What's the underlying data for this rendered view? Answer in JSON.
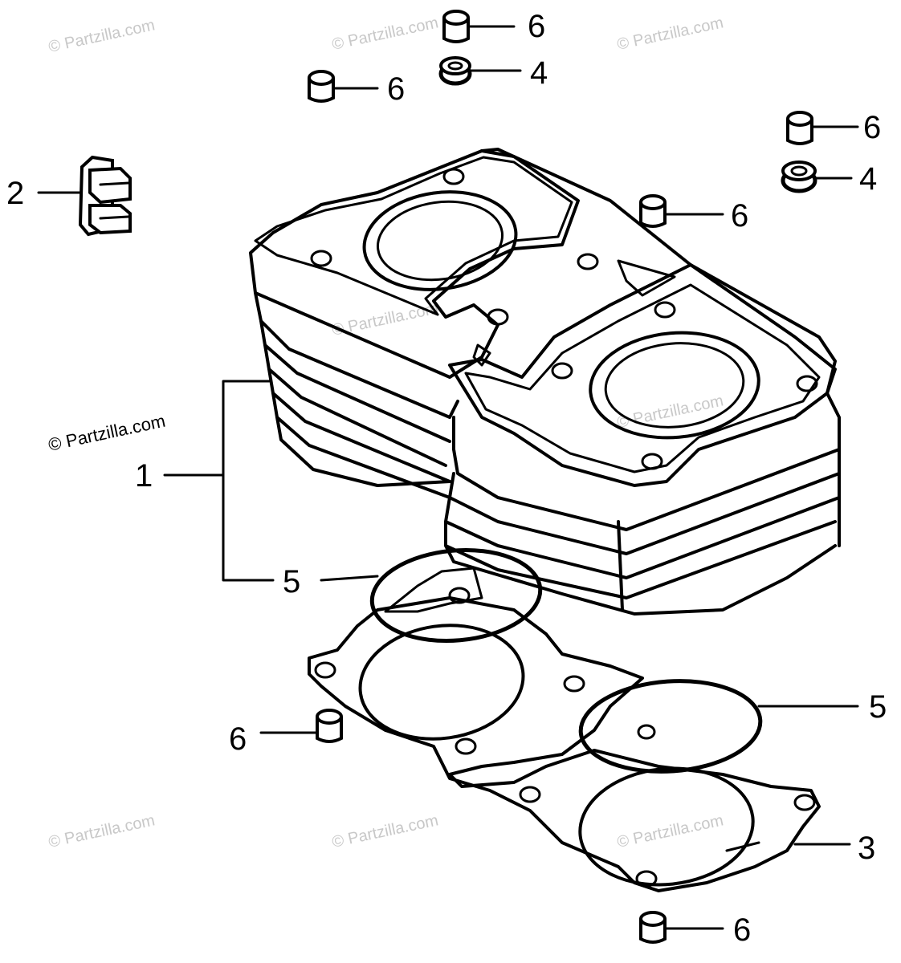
{
  "watermark_text": "© Partzilla.com",
  "callouts": {
    "n1": "1",
    "n2": "2",
    "n3": "3",
    "n4": "4",
    "n5": "5",
    "n6": "6"
  }
}
